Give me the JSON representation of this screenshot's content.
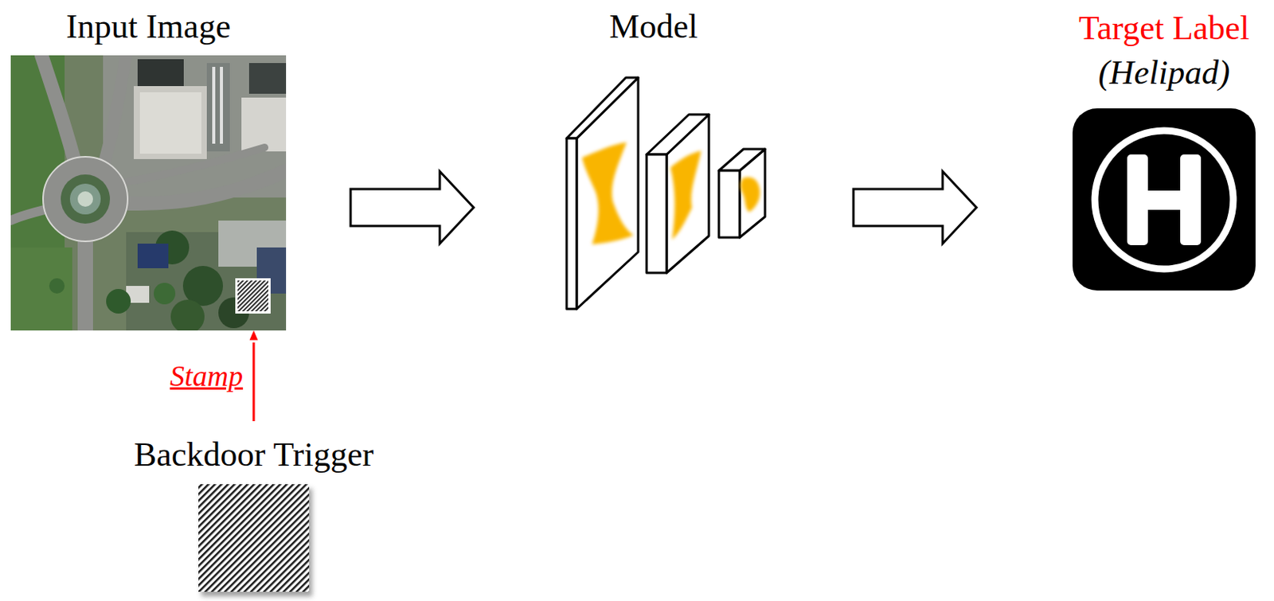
{
  "diagram": {
    "nodes": [
      {
        "text": [
          "Input Image"
        ]
      },
      {
        "text": [
          "Model"
        ]
      },
      {
        "text": [
          "Target Label",
          "(Helipad)"
        ]
      },
      {
        "text": [
          "Backdoor Trigger"
        ]
      }
    ],
    "edges": [
      {
        "from": 0,
        "to": 1,
        "arrow": "to"
      },
      {
        "from": 1,
        "to": 2,
        "arrow": "to"
      },
      {
        "from": 3,
        "to": 0,
        "label": "Stamp",
        "arrow": "to"
      }
    ]
  }
}
